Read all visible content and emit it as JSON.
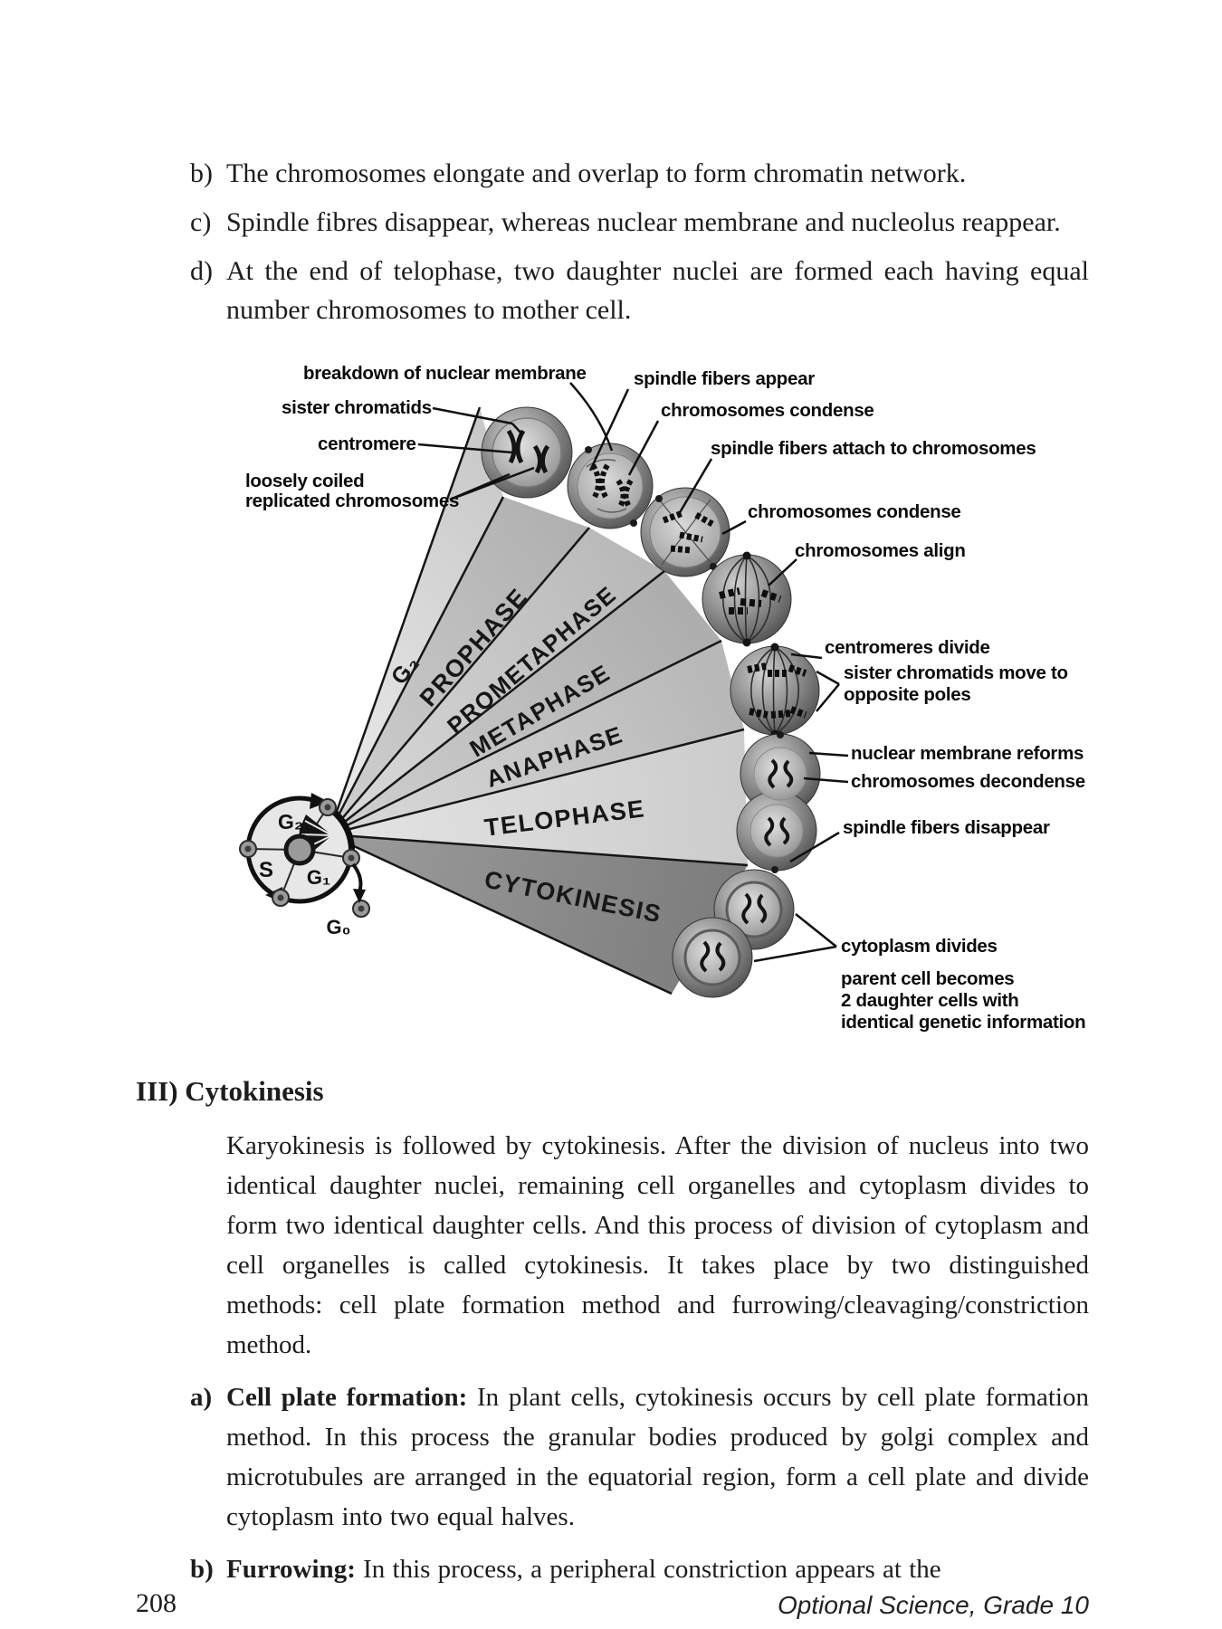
{
  "intro_items": [
    {
      "marker": "b)",
      "text": "The chromosomes elongate and overlap to form chromatin network."
    },
    {
      "marker": "c)",
      "text": "Spindle fibres disappear, whereas nuclear membrane and nucleolus reappear."
    },
    {
      "marker": "d)",
      "text": "At the end of telophase, two daughter nuclei are formed each having equal number chromosomes to mother cell."
    }
  ],
  "diagram": {
    "phases": [
      {
        "label": "G₂"
      },
      {
        "label": "PROPHASE"
      },
      {
        "label": "PROMETAPHASE"
      },
      {
        "label": "METAPHASE"
      },
      {
        "label": "ANAPHASE"
      },
      {
        "label": "TELOPHASE"
      },
      {
        "label": "CYTOKINESIS"
      }
    ],
    "cycle": {
      "g2": "G₂",
      "s": "S",
      "g1": "G₁",
      "g0": "G₀"
    },
    "annotations": {
      "breakdown": "breakdown of nuclear membrane",
      "spindle_appear": "spindle fibers appear",
      "sister_chromatids": "sister chromatids",
      "condense1": "chromosomes condense",
      "centromere": "centromere",
      "attach": "spindle fibers attach to chromosomes",
      "loosely1": "loosely coiled",
      "loosely2": "replicated chromosomes",
      "condense2": "chromosomes condense",
      "align": "chromosomes align",
      "centromeres_divide": "centromeres divide",
      "move1": "sister chromatids move to",
      "move2": "opposite poles",
      "reforms": "nuclear membrane reforms",
      "decondense": "chromosomes decondense",
      "disappear": "spindle fibers disappear",
      "cytoplasm": "cytoplasm divides",
      "parent1": "parent cell becomes",
      "parent2": "2 daughter cells with",
      "parent3": "identical genetic information"
    }
  },
  "section": {
    "heading": "III) Cytokinesis",
    "paragraph": "Karyokinesis is followed by cytokinesis. After the division of nucleus into two identical daughter nuclei, remaining cell organelles and cytoplasm divides to form two identical daughter cells. And this process of division of cytoplasm and cell organelles is called cytokinesis. It takes place by two distinguished methods: cell plate formation method and furrowing/cleavaging/constriction method.",
    "items": [
      {
        "marker": "a)",
        "lead": "Cell plate formation:",
        "text": "In plant cells, cytokinesis occurs by cell plate formation method. In this process the granular bodies produced by golgi complex and microtubules are arranged in the equatorial region, form a cell plate and divide cytoplasm into two equal halves."
      },
      {
        "marker": "b)",
        "lead": "Furrowing:",
        "text": "In this process, a peripheral constriction appears at the"
      }
    ]
  },
  "footer": {
    "page_number": "208",
    "right": "Optional Science, Grade 10"
  }
}
